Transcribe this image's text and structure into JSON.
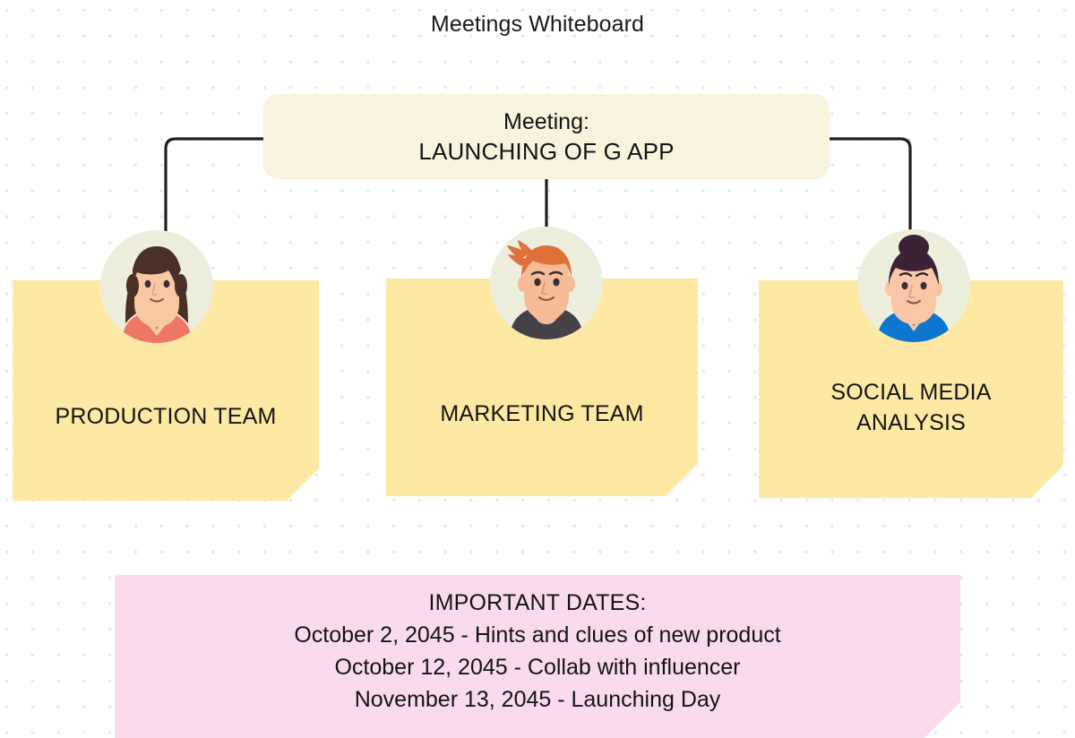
{
  "board": {
    "title": "Meetings Whiteboard",
    "background_color": "#ffffff",
    "dot_color": "#e6e6e6"
  },
  "meeting_card": {
    "color": "#f8f3dc",
    "line1": "Meeting:",
    "line2": "LAUNCHING OF G APP"
  },
  "teams": [
    {
      "id": "production",
      "label": "PRODUCTION TEAM",
      "note_color": "#fde8a4",
      "avatar": {
        "name": "avatar-woman-brown-bob",
        "hair_color": "#4b3026",
        "shirt_color": "#ef7665",
        "skin_color": "#f7c8a4",
        "circle_color": "#edeedc"
      }
    },
    {
      "id": "marketing",
      "label": "MARKETING TEAM",
      "note_color": "#fde8a4",
      "avatar": {
        "name": "avatar-man-ginger-hair",
        "hair_color": "#e0703a",
        "shirt_color": "#454148",
        "skin_color": "#f6bb99",
        "circle_color": "#edeedc"
      }
    },
    {
      "id": "social",
      "label": "SOCIAL MEDIA\nANALYSIS",
      "note_color": "#fde8a4",
      "avatar": {
        "name": "avatar-woman-purple-bun",
        "hair_color": "#3d2235",
        "shirt_color": "#0f76cf",
        "skin_color": "#f9c6a8",
        "circle_color": "#edeedc"
      }
    }
  ],
  "dates_panel": {
    "color": "#fadbee",
    "heading": "IMPORTANT DATES:",
    "lines": [
      "October 2, 2045 - Hints and clues of new product",
      "October 12, 2045 - Collab with influencer",
      "November 13, 2045 - Launching Day"
    ]
  },
  "connector_color": "#231f20"
}
